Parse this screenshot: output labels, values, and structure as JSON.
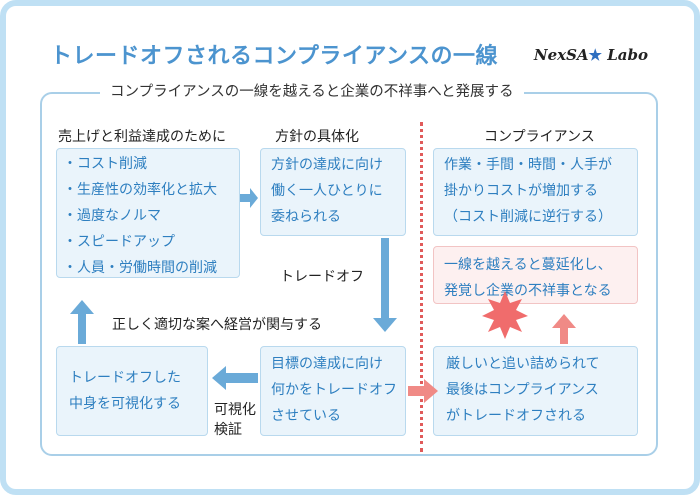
{
  "title": "トレードオフされるコンプライアンスの一線",
  "logo": {
    "text_a": "NexSA",
    "text_b": "Labo",
    "star": "★"
  },
  "outer_label": "コンプライアンスの一線を越えると企業の不祥事へと発展する",
  "headers": {
    "sales": "売上げと利益達成のために",
    "policy": "方針の具体化",
    "compliance": "コンプライアンス"
  },
  "boxes": {
    "sales_items": [
      "・コスト削減",
      "・生産性の効率化と拡大",
      "・過度なノルマ",
      "・スピードアップ",
      "・人員・労働時間の削減"
    ],
    "policy": [
      "方針の達成に向け",
      "働く一人ひとりに",
      "委ねられる"
    ],
    "cost": [
      "作業・手間・時間・人手が",
      "掛かりコストが増加する",
      "（コスト削減に逆行する）"
    ],
    "line": [
      "一線を越えると蔓延化し、",
      "発覚し企業の不祥事となる"
    ],
    "pressure": [
      "厳しいと追い詰められて",
      "最後はコンプライアンス",
      "がトレードオフされる"
    ],
    "goal": [
      "目標の達成に向け",
      "何かをトレードオフ",
      "させている"
    ],
    "visualize": [
      "トレードオフした",
      "中身を可視化する"
    ]
  },
  "labels": {
    "tradeoff": "トレードオフ",
    "management": "正しく適切な案へ経営が関与する",
    "verify": [
      "可視化",
      "検証"
    ]
  },
  "colors": {
    "accent": "#4c94cf",
    "arrow_blue": "#6aaad8",
    "arrow_red": "#f08a86",
    "burst": "#f06c6c",
    "border": "#a9cfe8"
  }
}
